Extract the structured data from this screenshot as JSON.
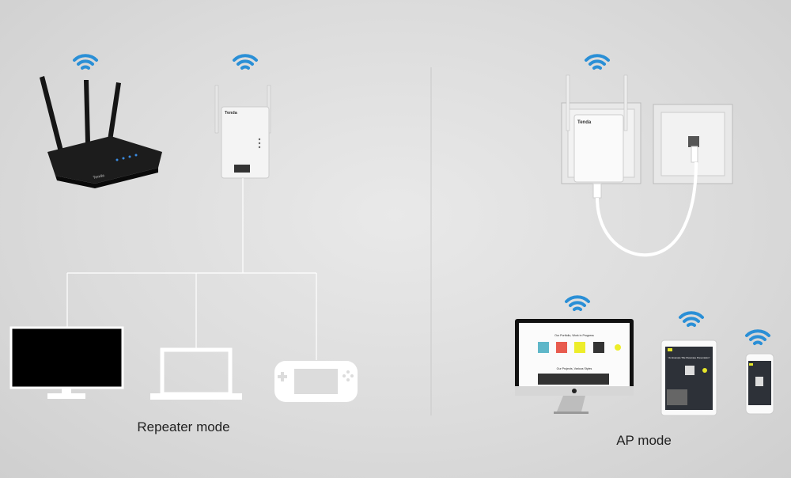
{
  "colors": {
    "wifi": "#2a8fd6",
    "background": "#dcdcdc",
    "accent_yellow": "#e6e62a"
  },
  "labels": {
    "repeater_mode": "Repeater mode",
    "ap_mode": "AP mode"
  },
  "brand": "Tenda",
  "imac_screen": {
    "heading1": "Our Portfolio, Work in Progress",
    "heading2": "Our Projects, Various Styles"
  },
  "tablet_screen": {
    "heading": "\"An Example Title Showcase Presentation\""
  }
}
